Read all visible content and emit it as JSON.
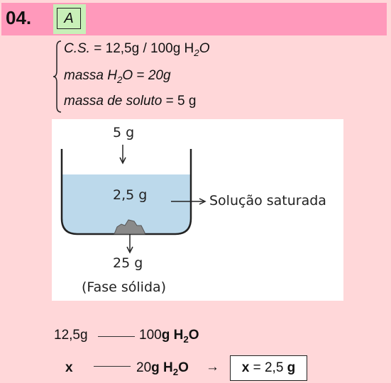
{
  "question": {
    "number": "04.",
    "answer": "A"
  },
  "system": {
    "line1": {
      "prefix": "C.S.",
      "eq": "=",
      "value": "12,5g / 100g H",
      "sub": "2",
      "tail": "O"
    },
    "line2": {
      "prefix": "massa H",
      "sub": "2",
      "tail": "O",
      "eq": "=",
      "value": "20g"
    },
    "line3": {
      "prefix": "massa de soluto",
      "eq": "=",
      "value": "5 g"
    }
  },
  "figure": {
    "top_label": "5 g",
    "dissolved_label": "2,5 g",
    "solution_label": "Solução saturada",
    "solid_mass": "25 g",
    "solid_phase_label": "(Fase sólida)"
  },
  "calculation": {
    "row1": {
      "left": "12,5g",
      "right_num": "100",
      "right_unit": "g H",
      "sub": "2",
      "tail": "O"
    },
    "row2": {
      "left": "x",
      "right_num": "20",
      "right_unit": "g H",
      "sub": "2",
      "tail": "O",
      "arrow": "→"
    },
    "result": {
      "var": "x",
      "eq": "=",
      "value": "2,5",
      "unit": "g"
    }
  },
  "colors": {
    "page_bg": "#ffd7d9",
    "header": "#ff99bb",
    "answer_bg": "#c8f0b8",
    "solution": "#bcd9eb",
    "solid": "#8a8a8a"
  }
}
